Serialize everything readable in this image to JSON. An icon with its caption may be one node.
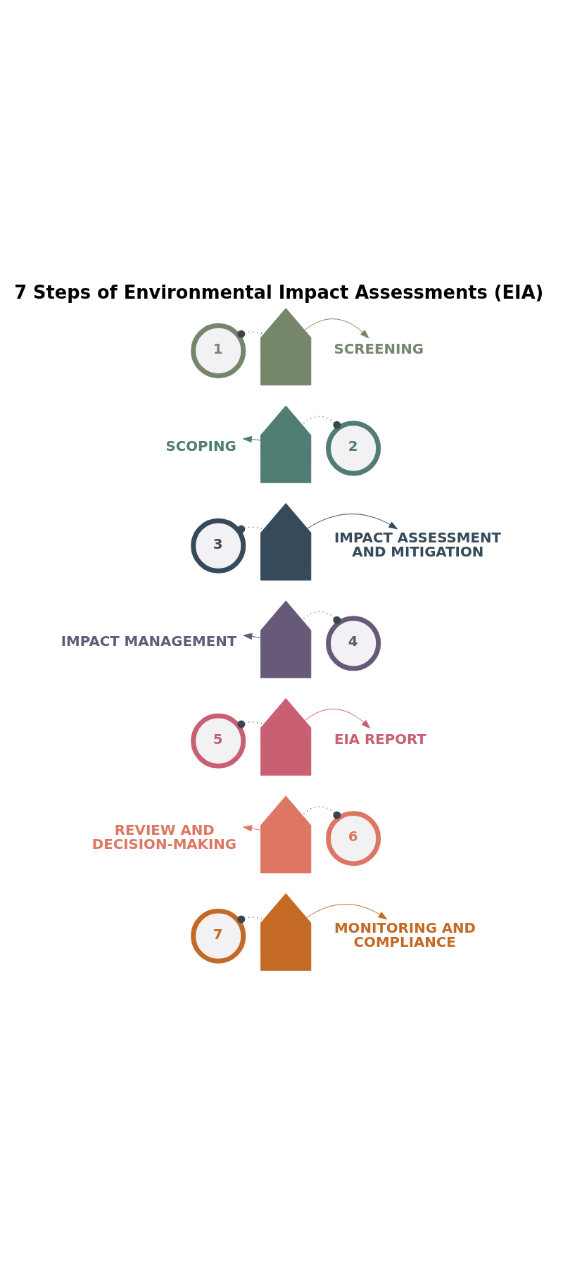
{
  "diagram": {
    "title": "7 Steps of Environmental Impact Assessments (EIA)",
    "nodes": [
      {
        "text": [
          "1"
        ]
      },
      {
        "text": [],
        "shape": "chevron"
      },
      {
        "text": [
          "SCREENING"
        ]
      },
      {
        "text": [
          "SCOPING"
        ]
      },
      {
        "text": [],
        "shape": "chevron"
      },
      {
        "text": [
          "2"
        ]
      },
      {
        "text": [
          "3"
        ]
      },
      {
        "text": [],
        "shape": "chevron"
      },
      {
        "text": [
          "IMPACT ASSESSMENT AND MITIGATION"
        ]
      },
      {
        "text": [
          "IMPACT MANAGEMENT"
        ]
      },
      {
        "text": [],
        "shape": "chevron"
      },
      {
        "text": [
          "4"
        ]
      },
      {
        "text": [
          "5"
        ]
      },
      {
        "text": [],
        "shape": "chevron"
      },
      {
        "text": [
          "EIA REPORT"
        ]
      },
      {
        "text": [
          "REVIEW AND DECISION-MAKING"
        ]
      },
      {
        "text": [],
        "shape": "chevron"
      },
      {
        "text": [
          "6"
        ]
      },
      {
        "text": [
          "7"
        ]
      },
      {
        "text": [],
        "shape": "chevron"
      },
      {
        "text": [
          "MONITORING AND COMPLIANCE"
        ]
      }
    ],
    "edges": [
      {
        "from": 0,
        "to": 1,
        "arrow": "other",
        "style": "dashed"
      },
      {
        "from": 1,
        "to": 2,
        "arrow": "to",
        "color": "#76866a"
      },
      {
        "from": 5,
        "to": 4,
        "arrow": "other",
        "style": "dashed"
      },
      {
        "from": 4,
        "to": 3,
        "arrow": "to",
        "color": "#4f7d74"
      },
      {
        "from": 6,
        "to": 7,
        "arrow": "other",
        "style": "dashed"
      },
      {
        "from": 7,
        "to": 8,
        "arrow": "to",
        "color": "#374a59"
      },
      {
        "from": 11,
        "to": 10,
        "arrow": "other",
        "style": "dashed"
      },
      {
        "from": 10,
        "to": 9,
        "arrow": "to",
        "color": "#675978"
      },
      {
        "from": 12,
        "to": 13,
        "arrow": "other",
        "style": "dashed"
      },
      {
        "from": 13,
        "to": 14,
        "arrow": "to",
        "color": "#c95f72"
      },
      {
        "from": 17,
        "to": 16,
        "arrow": "other",
        "style": "dashed"
      },
      {
        "from": 16,
        "to": 15,
        "arrow": "to",
        "color": "#dd7763"
      },
      {
        "from": 18,
        "to": 19,
        "arrow": "other",
        "style": "dashed"
      },
      {
        "from": 19,
        "to": 20,
        "arrow": "to",
        "color": "#c46a25"
      }
    ]
  }
}
